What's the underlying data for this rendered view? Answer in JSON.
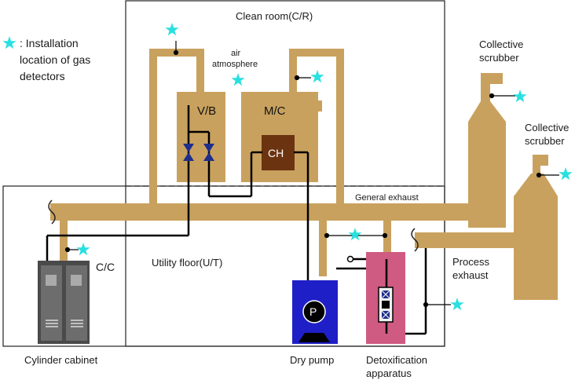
{
  "legend": {
    "icon": "star-icon",
    "line1": ": Installation",
    "line2": "location of gas",
    "line3": "detectors"
  },
  "labels": {
    "clean_room": "Clean room(C/R)",
    "air_line1": "air",
    "air_line2": "atmosphere",
    "vb": "V/B",
    "mc": "M/C",
    "ch": "CH",
    "general_exhaust": "General exhaust",
    "utility_floor": "Utility floor(U/T)",
    "cc": "C/C",
    "cylinder_cabinet": "Cylinder cabinet",
    "dry_pump": "Dry pump",
    "pump_symbol": "P",
    "detox_line1": "Detoxification",
    "detox_line2": "apparatus",
    "process_line1": "Process",
    "process_line2": "exhaust",
    "scrubber1_line1": "Collective",
    "scrubber1_line2": "scrubber",
    "scrubber2_line1": "Collective",
    "scrubber2_line2": "scrubber"
  },
  "colors": {
    "duct": "#c9a15e",
    "pipe": "#000000",
    "star": "#29e0e0",
    "valve": "#1f2e8c",
    "chamber": "#6b3310",
    "pump": "#1f1fc7",
    "detox": "#cf5a82",
    "cabinet": "#4a4a4a",
    "room_border": "#222222"
  }
}
